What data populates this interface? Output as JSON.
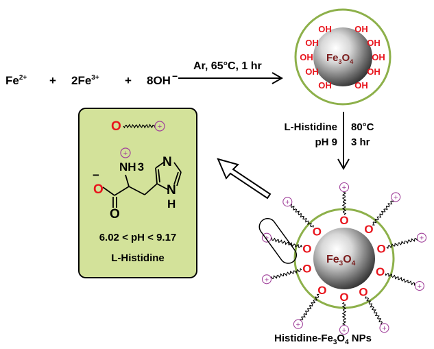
{
  "reaction": {
    "fe2": "Fe",
    "fe2_sup": "2+",
    "plus1": "+",
    "fe3": "2Fe",
    "fe3_sup": "3+",
    "plus2": "+",
    "oh": "8OH",
    "oh_sup": "−",
    "conditions": "Ar, 65°C, 1 hr"
  },
  "np_top": {
    "core_main": "Fe",
    "core_sub1": "3",
    "core_o": "O",
    "core_sub2": "4",
    "oh_labels": [
      "OH",
      "OH",
      "OH",
      "OH",
      "OH",
      "OH",
      "OH",
      "OH",
      "OH",
      "OH"
    ]
  },
  "step2": {
    "reagent": "L-Histidine",
    "temp": "80°C",
    "ph": "pH 9",
    "time": "3 hr"
  },
  "box": {
    "o_label": "O",
    "plus": "+",
    "minus": "−",
    "nh3": "NH",
    "nh3_sub": "3",
    "n_ring": "N",
    "nh_ring": "N",
    "h_ring": "H",
    "carbonyl_o": "O",
    "carboxyl_o": "O",
    "ph_range": "6.02 < pH < 9.17",
    "name": "L-Histidine"
  },
  "np_bottom": {
    "core_main": "Fe",
    "core_sub1": "3",
    "core_o": "O",
    "core_sub2": "4",
    "o_label": "O",
    "plus": "+",
    "caption_main": "Histidine-Fe",
    "caption_sub1": "3",
    "caption_o": "O",
    "caption_sub2": "4",
    "caption_tail": " NPs"
  },
  "colors": {
    "red": "#e8141c",
    "green_ring": "#8db04a",
    "box_fill": "#d3e29a",
    "purple": "#a0409a",
    "core_text": "#7a1c1c"
  }
}
